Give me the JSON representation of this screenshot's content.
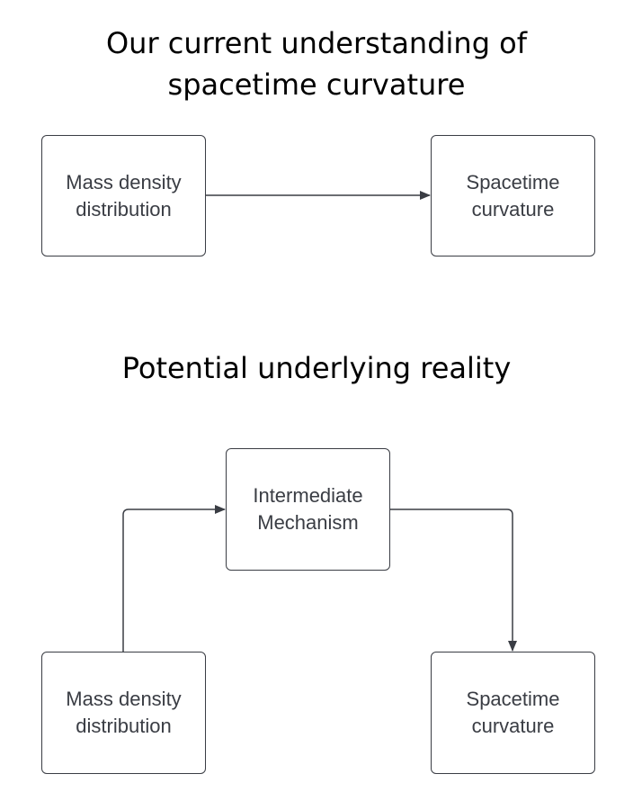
{
  "diagram_1": {
    "title_lines": [
      "Our current understanding of",
      "spacetime curvature"
    ],
    "source_box": [
      "Mass density",
      "distribution"
    ],
    "target_box": [
      "Spacetime",
      "curvature"
    ]
  },
  "diagram_2": {
    "title_lines": [
      "Potential underlying reality"
    ],
    "source_box": [
      "Mass density",
      "distribution"
    ],
    "middle_box": [
      "Intermediate",
      "Mechanism"
    ],
    "target_box": [
      "Spacetime",
      "curvature"
    ]
  },
  "colors": {
    "box_border": "#3a3d44",
    "connector": "#3a3d44",
    "box_text": "#3a3d44",
    "title_text": "#000000"
  }
}
